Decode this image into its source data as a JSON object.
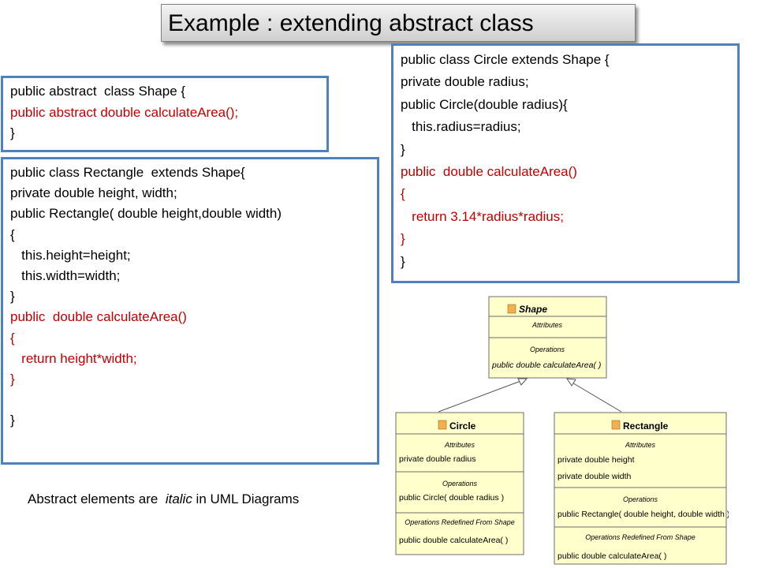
{
  "title": "Example : extending  abstract class",
  "shape_code": [
    {
      "text": "public abstract  class Shape {",
      "color": "black"
    },
    {
      "text": "public abstract double calculateArea();",
      "color": "red"
    },
    {
      "text": "}",
      "color": "black"
    }
  ],
  "rectangle_code": [
    {
      "text": "public class Rectangle  extends Shape{",
      "color": "black"
    },
    {
      "text": "private double height, width;",
      "color": "black"
    },
    {
      "text": "public Rectangle( double height,double width)",
      "color": "black"
    },
    {
      "text": "{",
      "color": "black"
    },
    {
      "text": "   this.height=height;",
      "color": "black"
    },
    {
      "text": "   this.width=width;",
      "color": "black"
    },
    {
      "text": "}",
      "color": "black"
    },
    {
      "text": "public  double calculateArea()",
      "color": "red"
    },
    {
      "text": "{",
      "color": "red"
    },
    {
      "text": "   return height*width;",
      "color": "red"
    },
    {
      "text": "}",
      "color": "red"
    },
    {
      "text": "",
      "color": "black"
    },
    {
      "text": "}",
      "color": "black"
    }
  ],
  "circle_code": [
    {
      "text": "public class Circle extends Shape {",
      "color": "black"
    },
    {
      "text": "private double radius;",
      "color": "black"
    },
    {
      "text": "public Circle(double radius){",
      "color": "black"
    },
    {
      "text": "   this.radius=radius;",
      "color": "black"
    },
    {
      "text": "}",
      "color": "black"
    },
    {
      "text": "public  double calculateArea()",
      "color": "red"
    },
    {
      "text": "{",
      "color": "red"
    },
    {
      "text": "   return 3.14*radius*radius;",
      "color": "red"
    },
    {
      "text": "}",
      "color": "red"
    },
    {
      "text": "}",
      "color": "black"
    }
  ],
  "caption": {
    "before": "Abstract elements are  ",
    "italic": "italic",
    "after": " in UML Diagrams"
  },
  "uml": {
    "colors": {
      "fill": "#ffffcc",
      "border": "#6e6e6e",
      "icon": "#f0b050",
      "arrow": "#555555"
    },
    "shape": {
      "name": "Shape",
      "attributes_label": "Attributes",
      "operations_label": "Operations",
      "operations": [
        "public double  calculateArea(  )"
      ]
    },
    "circle": {
      "name": "Circle",
      "attributes_label": "Attributes",
      "attributes": [
        "private double radius"
      ],
      "operations_label": "Operations",
      "operations": [
        "public Circle( double radius )"
      ],
      "redefined_label": "Operations Redefined From Shape",
      "redefined": [
        "public double  calculateArea(  )"
      ]
    },
    "rectangle": {
      "name": "Rectangle",
      "attributes_label": "Attributes",
      "attributes": [
        "private double height",
        "private double width"
      ],
      "operations_label": "Operations",
      "operations": [
        "public Rectangle( double height, double width )"
      ],
      "redefined_label": "Operations Redefined From Shape",
      "redefined": [
        "public double  calculateArea(  )"
      ]
    }
  }
}
